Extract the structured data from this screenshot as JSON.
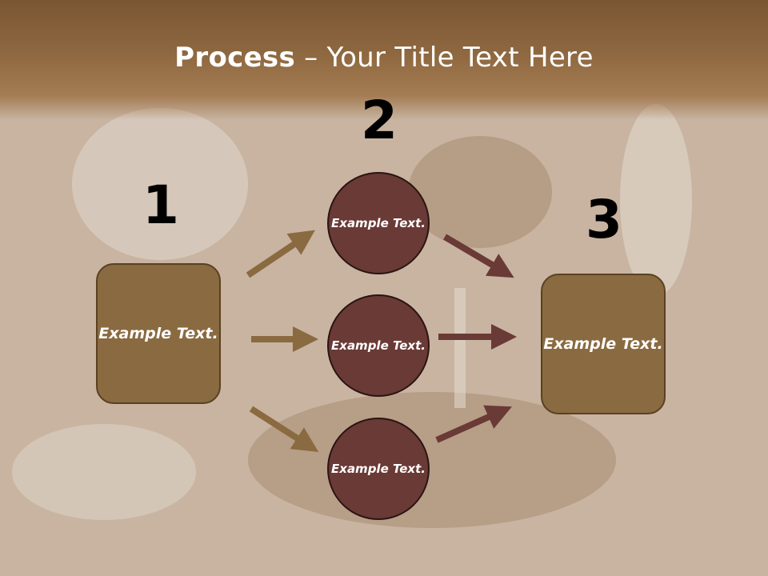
{
  "title": {
    "bold": "Process",
    "rest": " – Your Title Text Here"
  },
  "steps": {
    "one": "1",
    "two": "2",
    "three": "3"
  },
  "left_box": {
    "text": "Example Text."
  },
  "circles": [
    {
      "text": "Example Text."
    },
    {
      "text": "Example Text."
    },
    {
      "text": "Example Text."
    }
  ],
  "right_box": {
    "text": "Example Text."
  },
  "colors": {
    "box_fill": "#8a6a40",
    "circle_fill": "#6a3a36",
    "arrow_tan": "#8a6a40",
    "arrow_maroon": "#6a3a36",
    "title_band": "#8e6840"
  }
}
